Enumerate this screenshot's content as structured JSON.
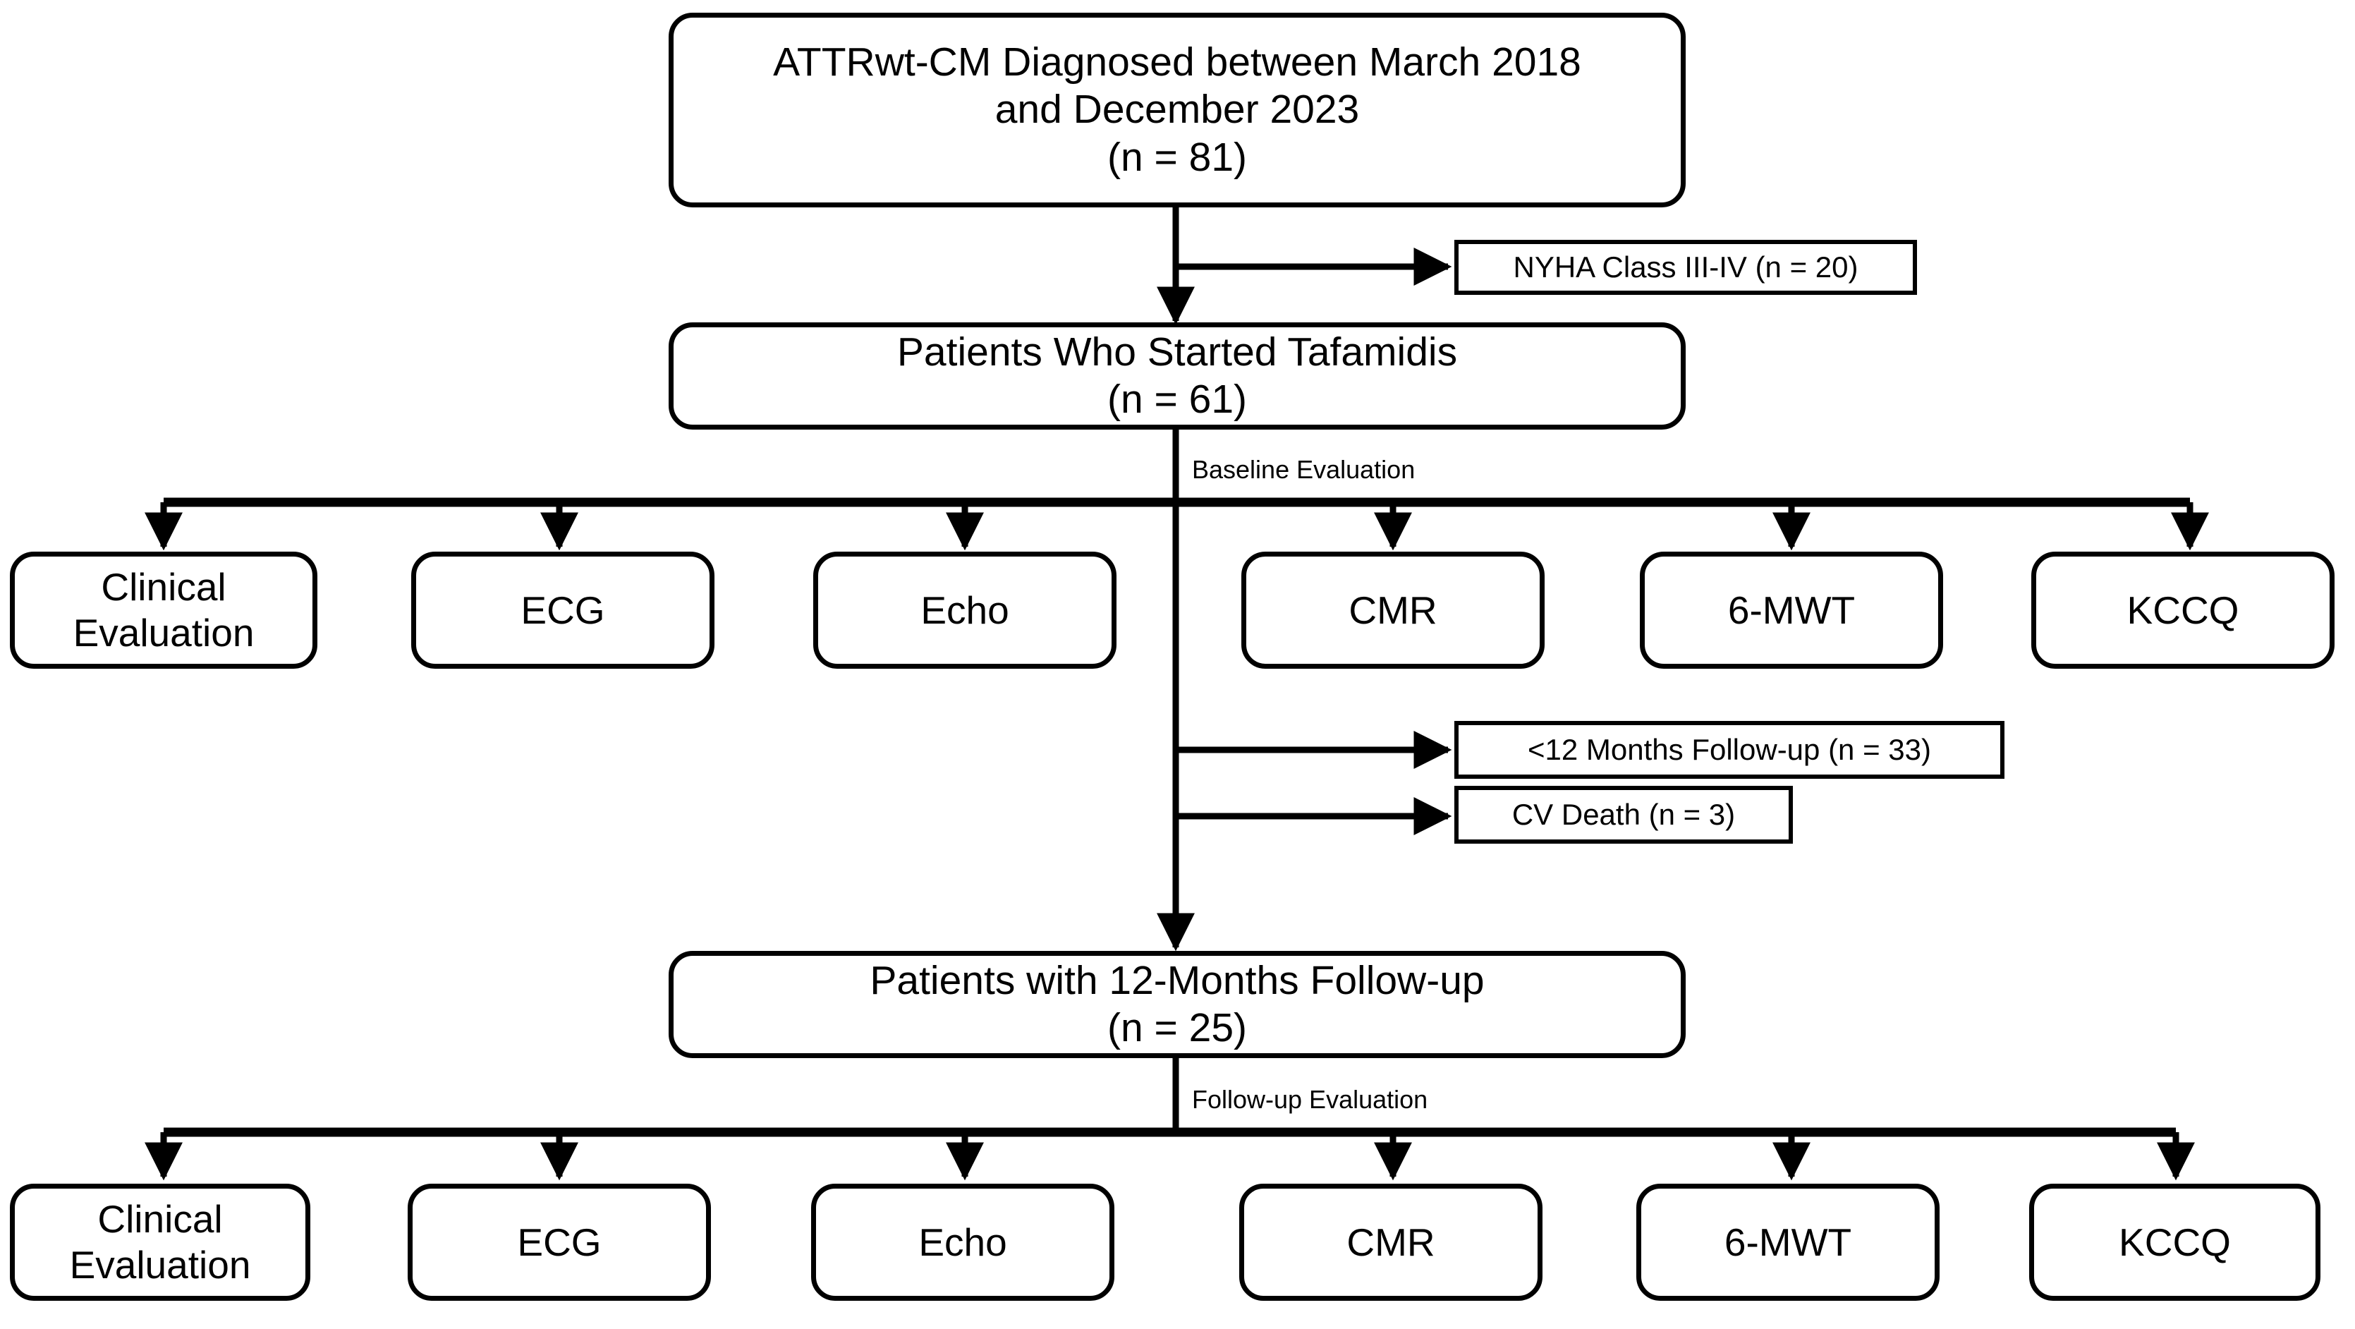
{
  "diagram": {
    "title_node": {
      "line1": "ATTRwt-CM Diagnosed between March 2018",
      "line2": "and December 2023",
      "line3": "(n = 81)"
    },
    "tafamidis_node": {
      "line1": "Patients Who Started Tafamidis",
      "line2": "(n = 61)"
    },
    "followup_node": {
      "line1": "Patients with 12-Months Follow-up",
      "line2": "(n = 25)"
    },
    "exclusions": [
      {
        "text": "NYHA Class III-IV (n = 20)"
      },
      {
        "text": "<12 Months Follow-up (n = 33)"
      },
      {
        "text": "CV Death (n = 3)"
      }
    ],
    "edge_labels": {
      "baseline": "Baseline Evaluation",
      "followup": "Follow-up Evaluation"
    },
    "baseline_assessments": [
      {
        "line1": "Clinical",
        "line2": "Evaluation"
      },
      {
        "line1": "ECG",
        "line2": ""
      },
      {
        "line1": "Echo",
        "line2": ""
      },
      {
        "line1": "CMR",
        "line2": ""
      },
      {
        "line1": "6-MWT",
        "line2": ""
      },
      {
        "line1": "KCCQ",
        "line2": ""
      }
    ],
    "followup_assessments": [
      {
        "line1": "Clinical",
        "line2": "Evaluation"
      },
      {
        "line1": "ECG",
        "line2": ""
      },
      {
        "line1": "Echo",
        "line2": ""
      },
      {
        "line1": "CMR",
        "line2": ""
      },
      {
        "line1": "6-MWT",
        "line2": ""
      },
      {
        "line1": "KCCQ",
        "line2": ""
      }
    ],
    "colors": {
      "stroke": "#000000",
      "fill": "#ffffff",
      "text": "#000000"
    }
  }
}
